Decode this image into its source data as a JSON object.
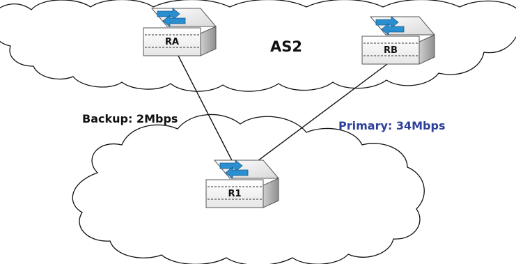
{
  "as_label": "AS2",
  "links": {
    "backup": {
      "label": "Backup: 2Mbps",
      "color": "#111111"
    },
    "primary": {
      "label": "Primary: 34Mbps",
      "color": "#2e3f9a"
    }
  },
  "routers": {
    "ra": {
      "name": "RA"
    },
    "rb": {
      "name": "RB"
    },
    "r1": {
      "name": "R1"
    }
  },
  "colors": {
    "router_icon": "#2a8fd0",
    "cloud_stroke": "#111111",
    "cloud_fill": "#ffffff"
  }
}
